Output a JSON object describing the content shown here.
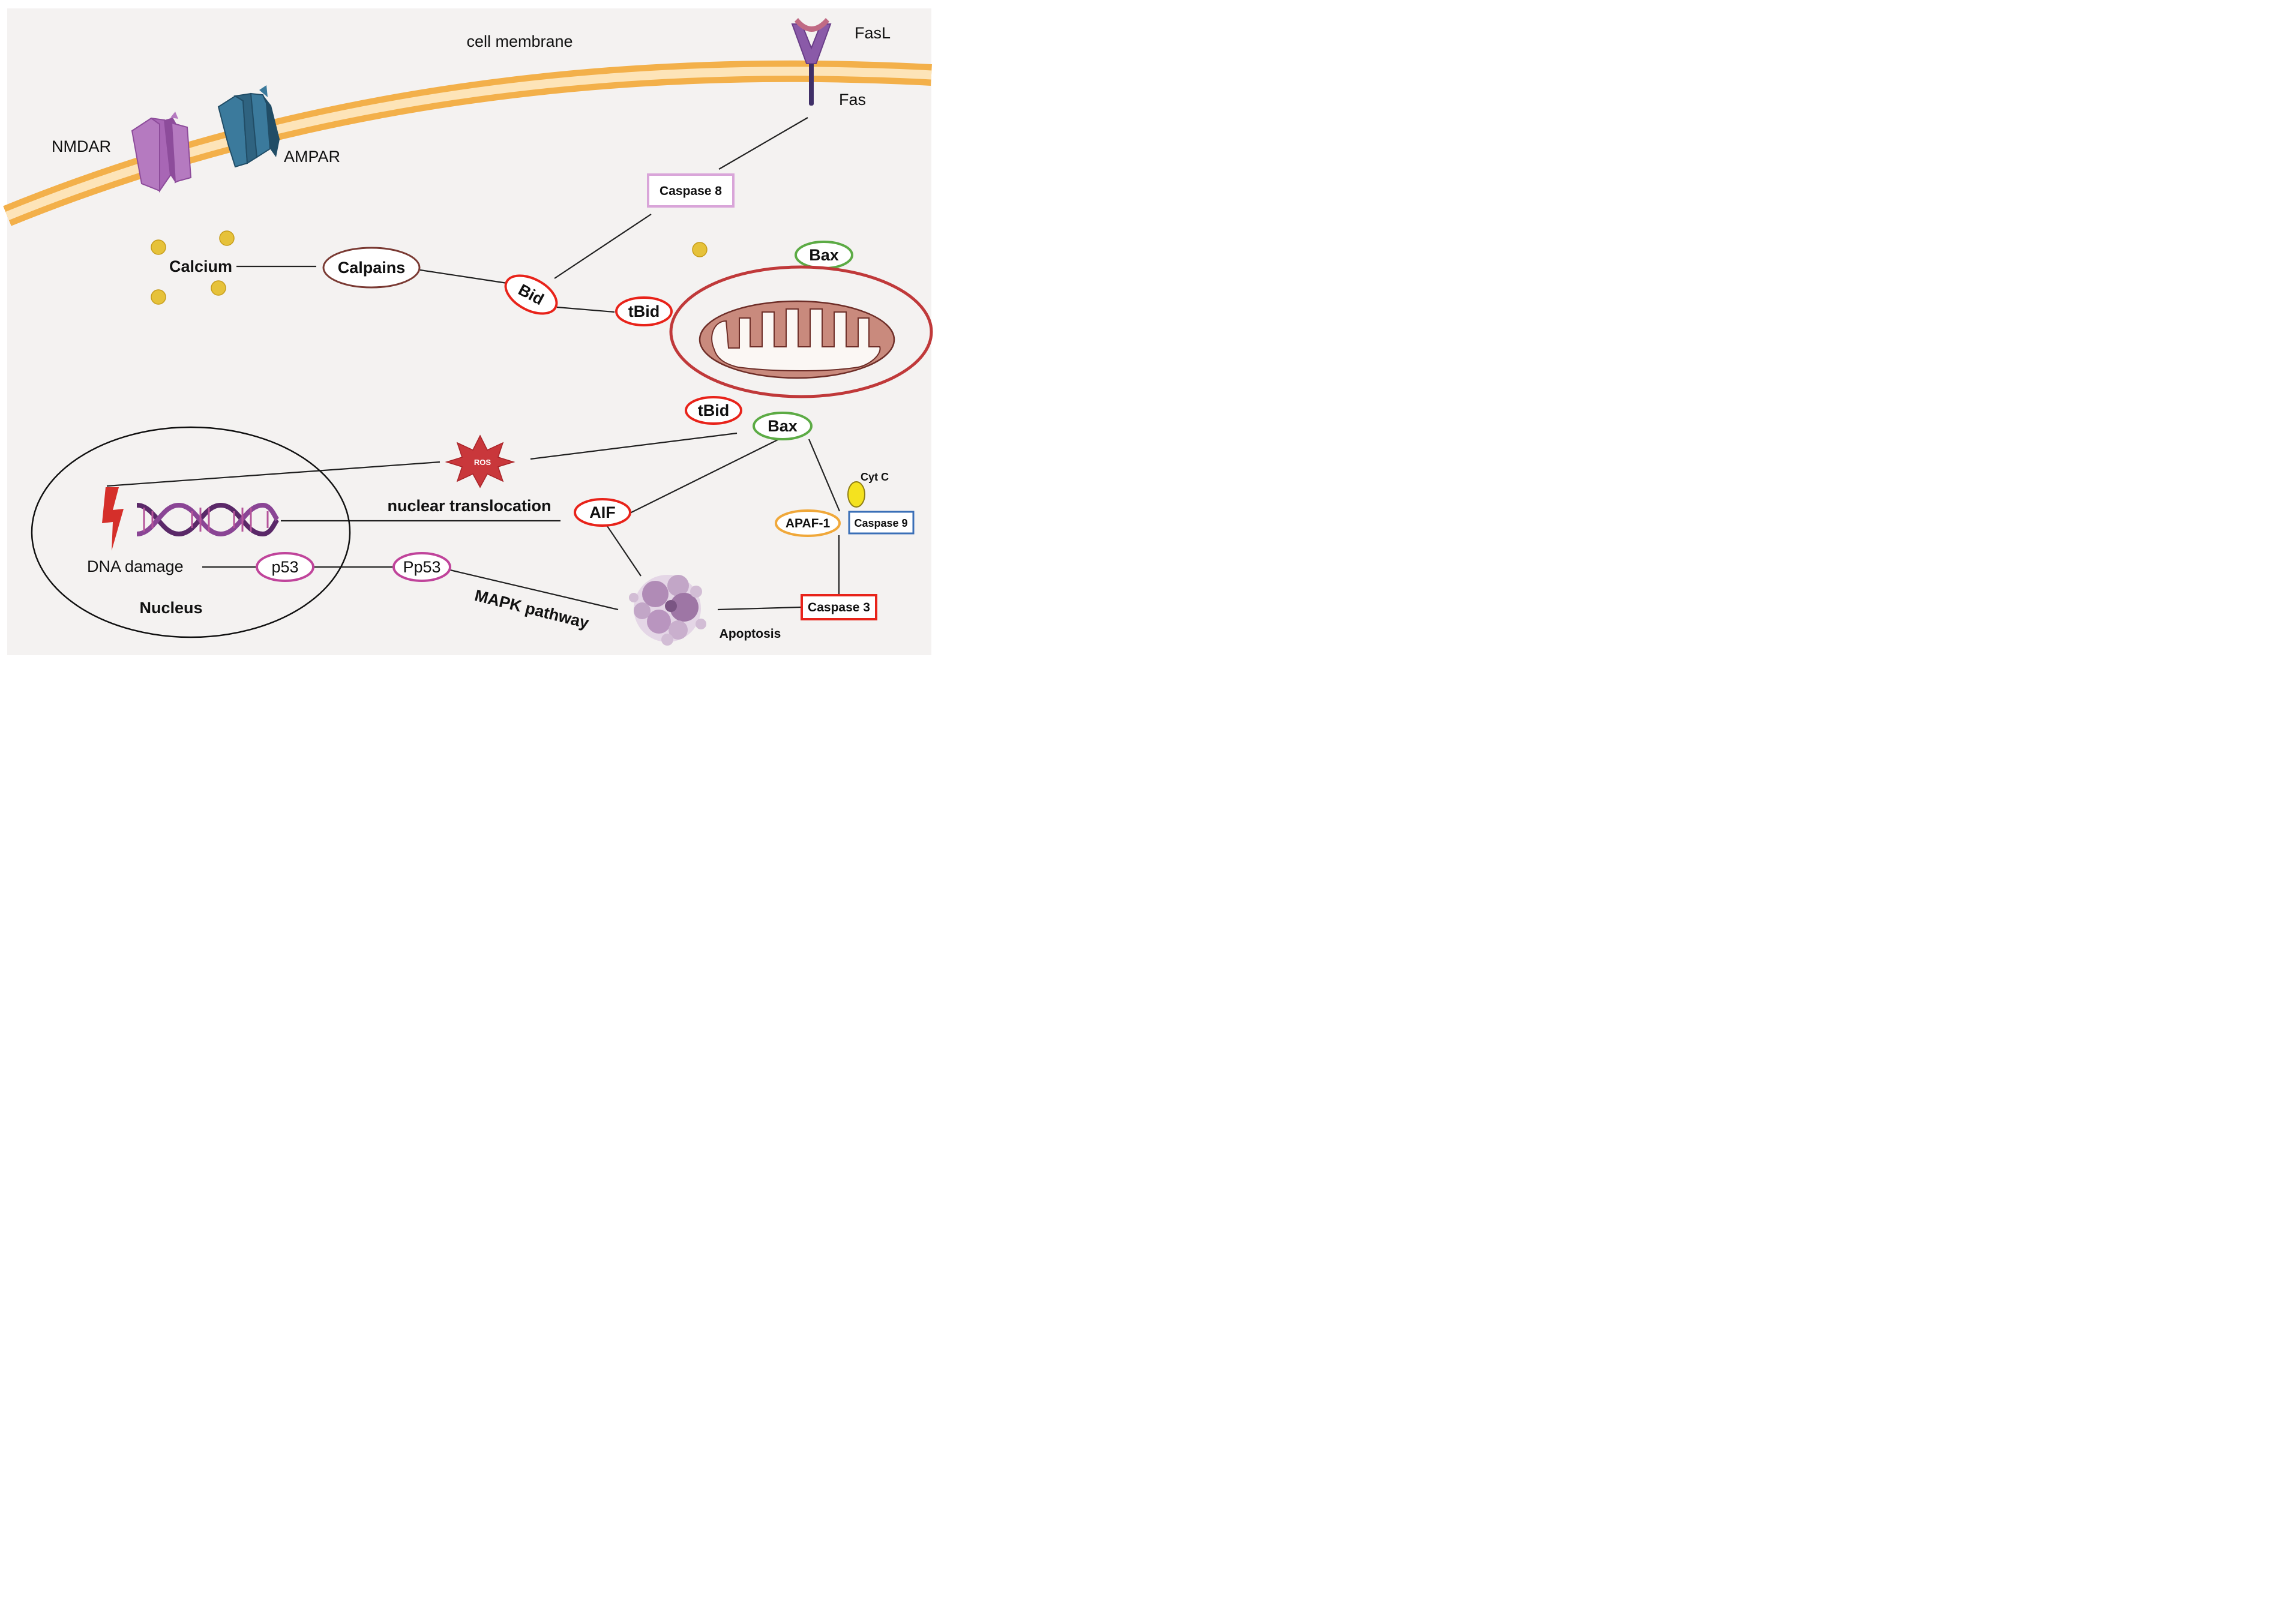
{
  "labels": {
    "cell_membrane": "cell membrane",
    "fasl": "FasL",
    "fas": "Fas",
    "nmdar": "NMDAR",
    "ampar": "AMPAR",
    "caspase8": "Caspase 8",
    "calcium": "Calcium",
    "calpains": "Calpains",
    "bid": "Bid",
    "tbid_upper": "tBid",
    "bax_upper": "Bax",
    "tbid_lower": "tBid",
    "bax_lower": "Bax",
    "ros": "ROS",
    "cytc": "Cyt C",
    "nuclear_translocation": "nuclear translocation",
    "aif": "AIF",
    "apaf1": "APAF-1",
    "caspase9": "Caspase 9",
    "dna_damage": "DNA damage",
    "p53": "p53",
    "pp53": "Pp53",
    "nucleus": "Nucleus",
    "mapk": "MAPK pathway",
    "caspase3": "Caspase 3",
    "apoptosis": "Apoptosis"
  },
  "colors": {
    "background": "#f4f2f1",
    "membrane_outer": "#f3b04a",
    "membrane_inner": "#fde4b8",
    "nmdar": "#a866b5",
    "ampar": "#2f6380",
    "fas_receptor": "#8a5aa8",
    "fasl": "#c06a84",
    "caspase8_border": "#d9a5d9",
    "caspase9_border": "#3a6fb7",
    "caspase3_border": "#e8231a",
    "mitochondrion_outer": "#c0393a",
    "mitochondrion_body": "#c98a7d",
    "ros": "#c9373b",
    "dna": "#6a2f73",
    "cytc": "#f4e21f",
    "calcium": "#e6c23a"
  }
}
